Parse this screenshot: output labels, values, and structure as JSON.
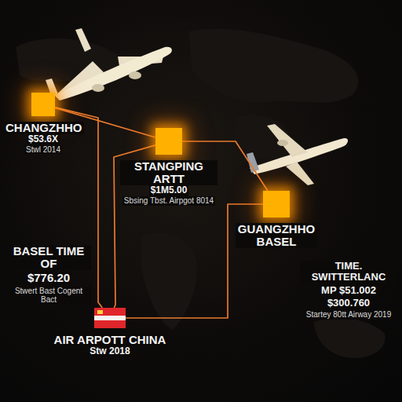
{
  "diagram": {
    "nodes": [
      {
        "text": [
          "CHANGZHHO",
          "$53.6X",
          "Stwl 2014"
        ]
      },
      {
        "text": [
          "STANGPING ARTT",
          "$1M5.00",
          "Sbsing Tbst. Airpgot 8014"
        ]
      },
      {
        "text": [
          "GUANGZHHO BASEL"
        ]
      },
      {
        "text": [
          "AIR ARPOTT CHINA",
          "Stw 2018"
        ]
      }
    ],
    "edges": [
      {
        "from": 0,
        "to": 1,
        "arrow": "none"
      },
      {
        "from": 0,
        "to": 3,
        "arrow": "none"
      },
      {
        "from": 1,
        "to": 3,
        "arrow": "none"
      },
      {
        "from": 1,
        "to": 2,
        "arrow": "none"
      },
      {
        "from": 3,
        "to": 2,
        "arrow": "none"
      }
    ],
    "labels": [
      "BASEL TIME OF",
      "$776.20",
      "Stwert Bast Cogent Bact",
      "TIME. SWITTERLANC",
      "MP $51.002",
      "$300.760",
      "Startey 80tt Airway 2019"
    ]
  }
}
